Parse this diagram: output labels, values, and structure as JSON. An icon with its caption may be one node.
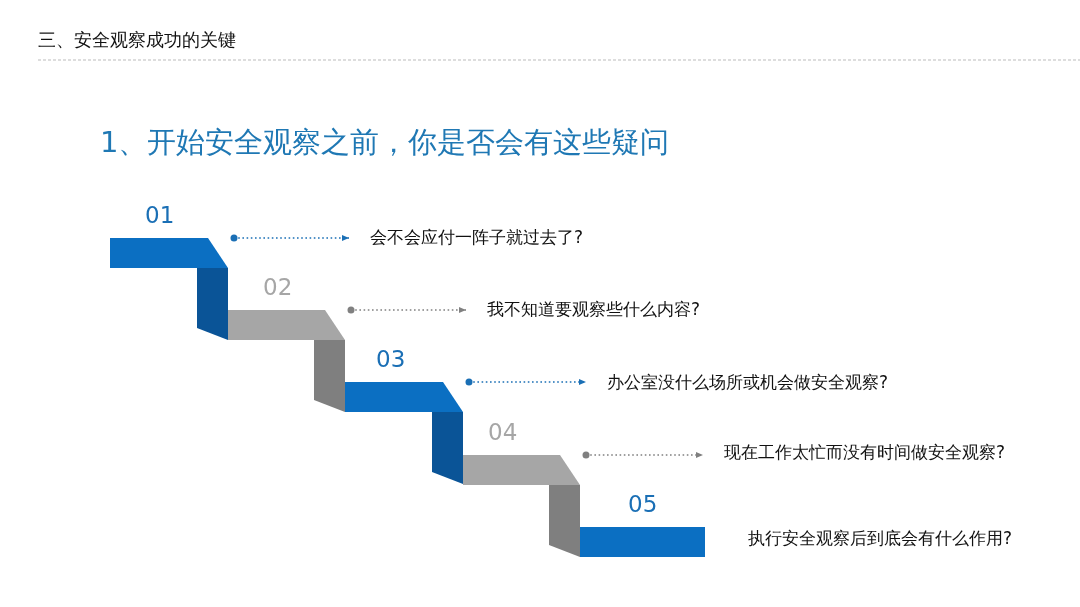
{
  "diagram": {
    "title": "三、安全观察成功的关键",
    "nodes": [
      {
        "text": [
          "01"
        ]
      },
      {
        "text": [
          "02"
        ]
      },
      {
        "text": [
          "03"
        ]
      },
      {
        "text": [
          "04"
        ]
      },
      {
        "text": [
          "05"
        ]
      },
      {
        "text": [
          "会不会应付一阵子就过去了?"
        ]
      },
      {
        "text": [
          "我不知道要观察些什么内容?"
        ]
      },
      {
        "text": [
          "办公室没什么场所或机会做安全观察?"
        ]
      },
      {
        "text": [
          "现在工作太忙而没有时间做安全观察?"
        ]
      },
      {
        "text": [
          "执行安全观察后到底会有什么作用?"
        ]
      }
    ],
    "edges": [
      {
        "from": 0,
        "to": 5,
        "arrow": "to",
        "style": "dashed",
        "color": "#1a6fb5"
      },
      {
        "from": 1,
        "to": 6,
        "arrow": "to",
        "style": "dashed",
        "color": "#808080"
      },
      {
        "from": 2,
        "to": 7,
        "arrow": "to",
        "style": "dashed",
        "color": "#1a6fb5"
      },
      {
        "from": 3,
        "to": 8,
        "arrow": "to",
        "style": "dashed",
        "color": "#808080"
      }
    ],
    "labels": [
      "1、开始安全观察之前，你是否会有这些疑问"
    ]
  }
}
